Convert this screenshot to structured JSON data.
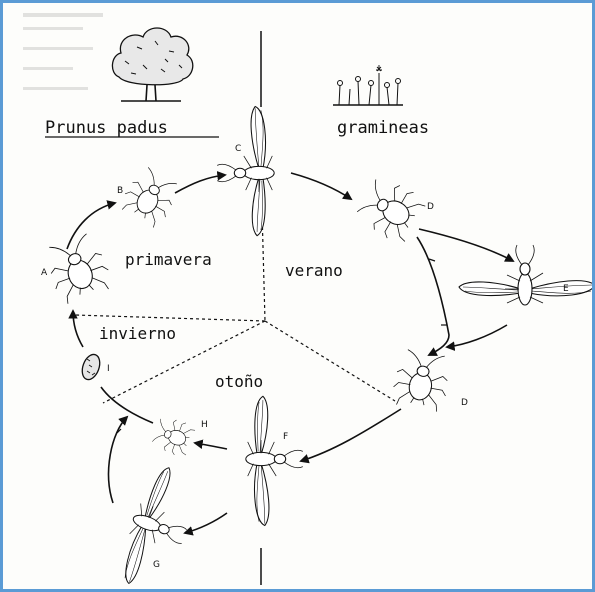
{
  "hosts": {
    "left": "Prunus padus",
    "right": "gramineas"
  },
  "seasons": {
    "spring": "primavera",
    "summer": "verano",
    "winter": "invierno",
    "autumn": "otoño"
  },
  "stages": {
    "A": "A",
    "B": "B",
    "C": "C",
    "D1": "D",
    "E": "E",
    "D2": "D",
    "F": "F",
    "G": "G",
    "H": "H",
    "I": "I"
  },
  "icons": [
    "tree-icon",
    "grass-icon",
    "aphid-wingless-icon",
    "aphid-winged-icon",
    "egg-icon"
  ]
}
